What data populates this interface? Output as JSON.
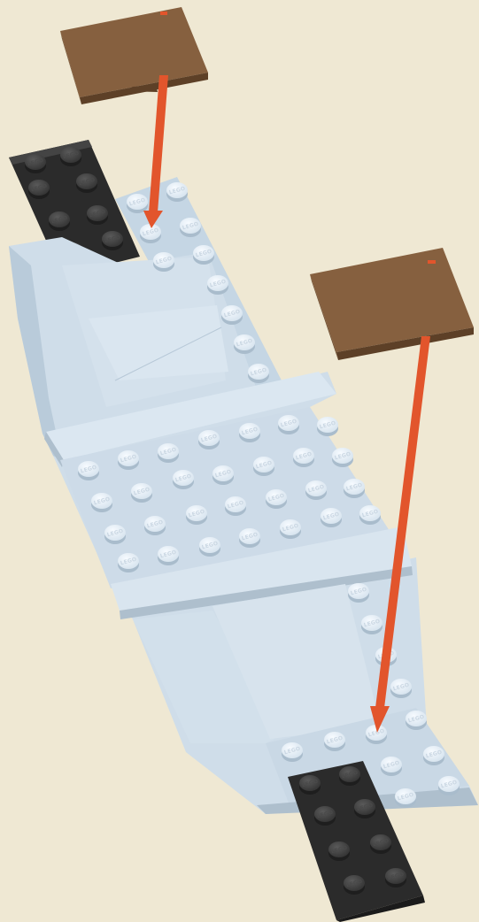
{
  "instruction_step": {
    "background_color": "#efe8d3",
    "assembly": {
      "base_color": "#ccdbe8",
      "base_shadow_color": "#a9bccc",
      "dark_plate_color": "#2f2f2f",
      "stud_text": "LEGO"
    },
    "parts_to_add": [
      {
        "name": "brown wedge tile",
        "color": "#86603f",
        "count": 1
      },
      {
        "name": "brown flat tile",
        "color": "#86603f",
        "count": 1
      }
    ],
    "arrow_color": "#e2552c"
  }
}
